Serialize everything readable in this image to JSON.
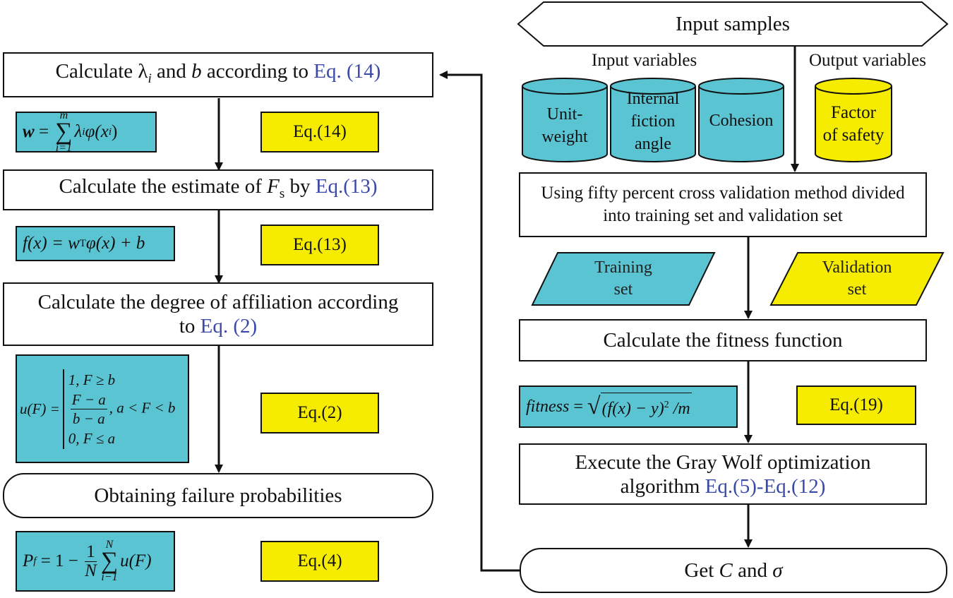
{
  "colors": {
    "cyan": "#5bc4d3",
    "yellow": "#f5ec00",
    "link": "#3a49a8",
    "line": "#111111"
  },
  "left": {
    "step1": {
      "text": "Calculate λ",
      "sub": "i",
      "mid": " and ",
      "var": "b",
      "tail": " according to ",
      "ref": "Eq. (14)"
    },
    "formula1": {
      "lhs": "w",
      "eq": " = ",
      "sum_top": "m",
      "sum_bot": "i=1",
      "body": "λ",
      "body_sub": "i",
      "phi": "φ(x",
      "phi_sub": "i",
      "close": ")"
    },
    "eq1": "Eq.(14)",
    "step2": {
      "text": "Calculate the estimate of ",
      "var": "F",
      "sub": "s",
      "tail": " by ",
      "ref": "Eq.(13)"
    },
    "formula2": {
      "text": "f(x) = w",
      "sup": "T",
      "rest": "φ(x) + b"
    },
    "eq2": "Eq.(13)",
    "step3": {
      "line1": "Calculate the degree of affiliation according",
      "line2": "to ",
      "ref": "Eq. (2)"
    },
    "formula3": {
      "lhs": "u(F) =",
      "case1": "1, F ≥ b",
      "case2_num": "F − a",
      "case2_den": "b − a",
      "case2_cond": ", a < F < b",
      "case3": "0, F ≤ a"
    },
    "eq3": "Eq.(2)",
    "step4": "Obtaining failure probabilities",
    "formula4": {
      "lhs": "P",
      "lhs_sub": "f",
      "eq": " = 1 − ",
      "num": "1",
      "den": "N",
      "sum_top": "N",
      "sum_bot": "i−1",
      "body": "u(F)"
    },
    "eq4": "Eq.(4)"
  },
  "right": {
    "input": "Input samples",
    "input_vars_label": "Input variables",
    "output_vars_label": "Output variables",
    "cyl1": "Unit-\nweight",
    "cyl2": "Internal\nfiction\nangle",
    "cyl3": "Cohesion",
    "cyl4": "Factor\nof safety",
    "split": "Using fifty percent cross validation method divided into training set and validation set",
    "training": "Training\nset",
    "validation": "Validation\nset",
    "fitness": "Calculate the fitness function",
    "fitness_formula": {
      "lhs": "fitness",
      "eq": " = ",
      "body": "(f(x) − y)",
      "sup": "2",
      "tail": " /m"
    },
    "eq19": "Eq.(19)",
    "gwo": {
      "line1": "Execute the Gray Wolf optimization",
      "line2": "algorithm ",
      "ref": "Eq.(5)-Eq.(12)"
    },
    "get": {
      "text": "Get ",
      "c": "C",
      "mid": " and ",
      "s": "σ"
    }
  }
}
